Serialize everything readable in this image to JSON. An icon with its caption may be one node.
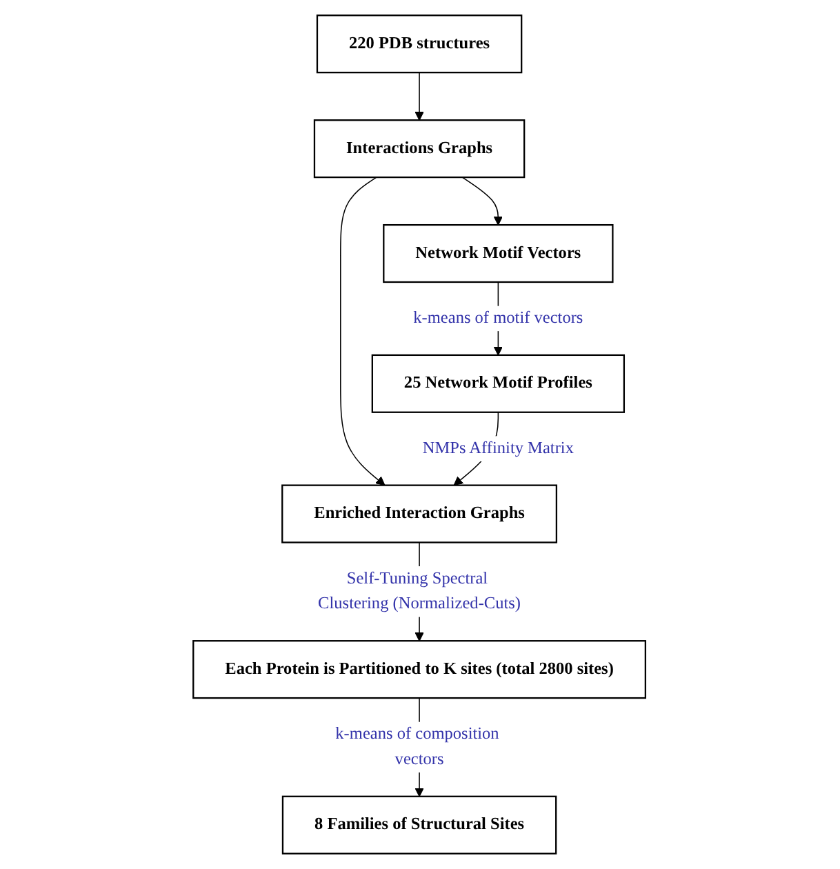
{
  "diagram": {
    "nodes": [
      {
        "text": [
          "220 PDB structures"
        ]
      },
      {
        "text": [
          "Interactions Graphs"
        ]
      },
      {
        "text": [
          "Network Motif Vectors"
        ]
      },
      {
        "text": [
          "25 Network Motif Profiles"
        ]
      },
      {
        "text": [
          "Enriched Interaction Graphs"
        ]
      },
      {
        "text": [
          "Each Protein is Partitioned to K sites (total 2800 sites)"
        ]
      },
      {
        "text": [
          "8 Families of Structural Sites"
        ]
      }
    ],
    "edges": [
      {
        "from": 0,
        "to": 1,
        "arrow": "to"
      },
      {
        "from": 1,
        "to": 2,
        "arrow": "to"
      },
      {
        "from": 2,
        "to": 3,
        "arrow": "to",
        "label": "k-means of motif vectors"
      },
      {
        "from": 1,
        "to": 4,
        "arrow": "to"
      },
      {
        "from": 3,
        "to": 4,
        "arrow": "to",
        "label": "NMPs Affinity Matrix"
      },
      {
        "from": 4,
        "to": 5,
        "arrow": "to",
        "label": "Self-Tuning Spectral Clustering (Normalized-Cuts)"
      },
      {
        "from": 5,
        "to": 6,
        "arrow": "to",
        "label": "k-means of composition vectors"
      }
    ]
  }
}
